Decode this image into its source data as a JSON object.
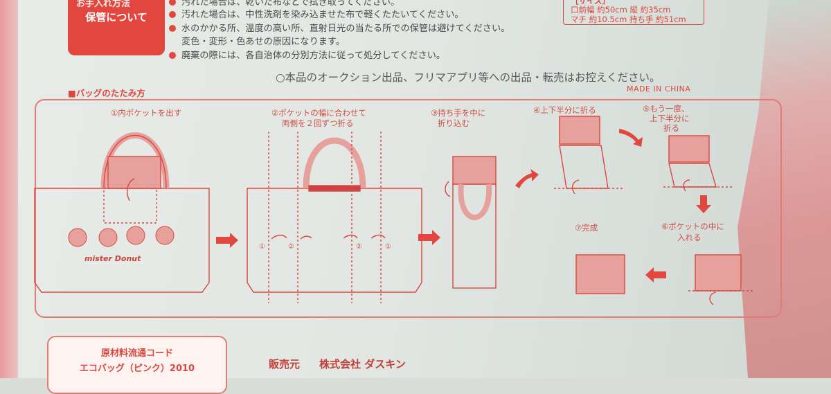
{
  "care": {
    "box_cut": "お手入れ方法",
    "box_title": "保管について",
    "bullets": [
      "汚れた場合は、乾いた布などで拭き取ってください。",
      "汚れた場合は、中性洗剤を染み込ませた布で軽くたたいてください。",
      "水のかかる所、温度の高い所、直射日光の当たる所での保管は避けてください。",
      "変色・変形・色あせの原因になります。",
      "廃棄の際には、各自治体の分別方法に従って処分してください。"
    ]
  },
  "size": {
    "header": "［サイズ］",
    "line1": "口前幅 約50cm 縦 約35cm",
    "line2": "マチ 約10.5cm 持ち手 約51cm"
  },
  "notice": "○本品のオークション出品、フリマアプリ等への出品・転売はお控えください。",
  "fold": {
    "title": "■バッグのたたみ方",
    "origin": "MADE IN CHINA",
    "brand_print": "mister Donut",
    "steps": {
      "s1": "①内ポケットを出す",
      "s2a": "②ポケットの幅に合わせて",
      "s2b": "両側を２回ずつ折る",
      "s3a": "③持ち手を中に",
      "s3b": "折り込む",
      "s4": "④上下半分に折る",
      "s5a": "⑤もう一度、",
      "s5b": "上下半分に",
      "s5c": "折る",
      "s6a": "⑥ポケットの中に",
      "s6b": "入れる",
      "s7": "⑦完成"
    },
    "fold_marks": [
      "①",
      "②",
      "②",
      "①"
    ]
  },
  "code": {
    "title": "原材料流通コード",
    "value": "エコバッグ（ピンク）2010"
  },
  "seller": {
    "label": "販売元",
    "company": "株式会社 ダスキン"
  },
  "colors": {
    "accent": "#e1473f",
    "line": "#e07b75",
    "pink_fill": "#e6a19c"
  }
}
